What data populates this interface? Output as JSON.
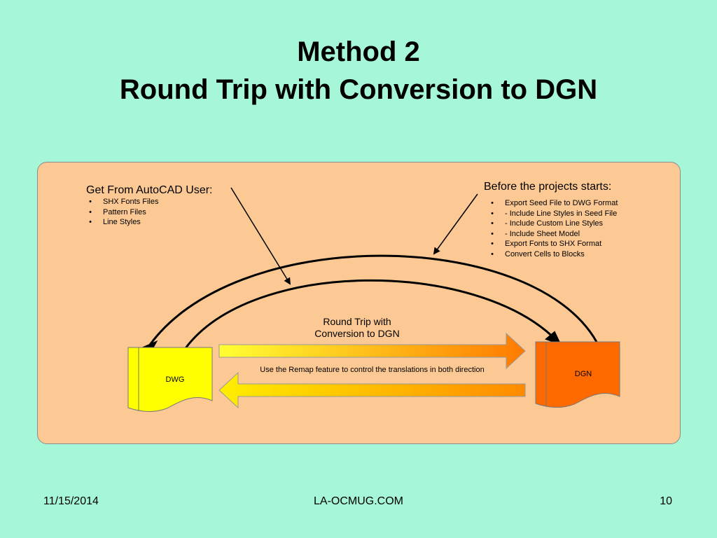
{
  "slide": {
    "title_line1": "Method 2",
    "title_line2": "Round Trip with Conversion to DGN",
    "bg_color": "#a6f7d7",
    "panel_color": "#fcc995"
  },
  "left_note": {
    "heading": "Get From AutoCAD User:",
    "items": [
      "SHX Fonts Files",
      "Pattern Files",
      "Line Styles"
    ]
  },
  "right_note": {
    "heading": "Before the projects starts:",
    "items": [
      "Export Seed File to DWG Format",
      "- Include Line Styles in Seed File",
      "- Include Custom Line Styles",
      "- Include Sheet Model",
      "Export Fonts to SHX Format",
      "Convert Cells to Blocks"
    ]
  },
  "center": {
    "label_line1": "Round Trip with",
    "label_line2": "Conversion to DGN",
    "remap_text": "Use the Remap feature to control the translations in both direction"
  },
  "dwg_doc": {
    "label": "DWG",
    "color": "#ffff00"
  },
  "dgn_doc": {
    "label": "DGN",
    "color": "#ff6a00"
  },
  "footer": {
    "date": "11/15/2014",
    "site": "LA-OCMUG.COM",
    "page": "10"
  }
}
